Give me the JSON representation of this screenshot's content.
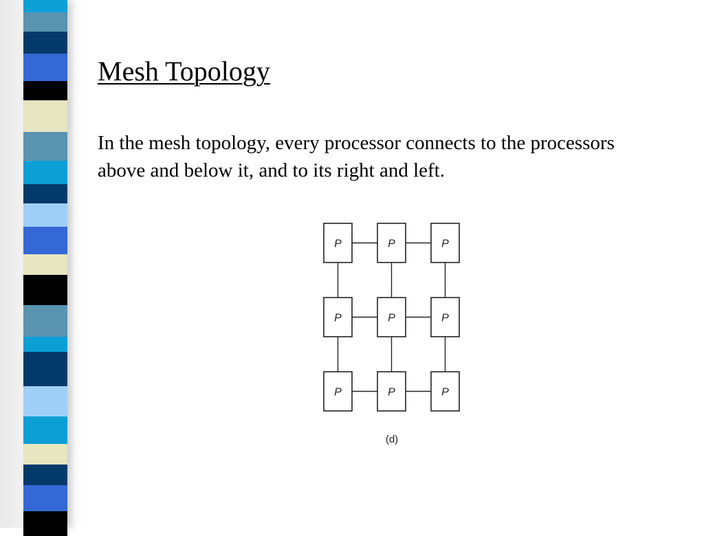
{
  "slide": {
    "title": "Mesh Topology",
    "body": "In the mesh topology, every processor connects to the processors above and below it, and to its right and left."
  },
  "decoration": {
    "stripe_colors": [
      "#0b9fd6",
      "#5a94b0",
      "#043a6a",
      "#3468d6",
      "#000000",
      "#e6e6c0",
      "#5a94b0",
      "#0b9fd6",
      "#043a6a",
      "#9fd0f8",
      "#3468d6",
      "#e6e6c0",
      "#000000",
      "#5a94b0",
      "#0b9fd6",
      "#043a6a",
      "#9fd0f8",
      "#0b9fd6",
      "#e6e6c0",
      "#043a6a",
      "#3468d6",
      "#000000"
    ]
  },
  "diagram": {
    "grid_rows": 3,
    "grid_cols": 3,
    "node_label": "P",
    "caption": "(d)"
  }
}
